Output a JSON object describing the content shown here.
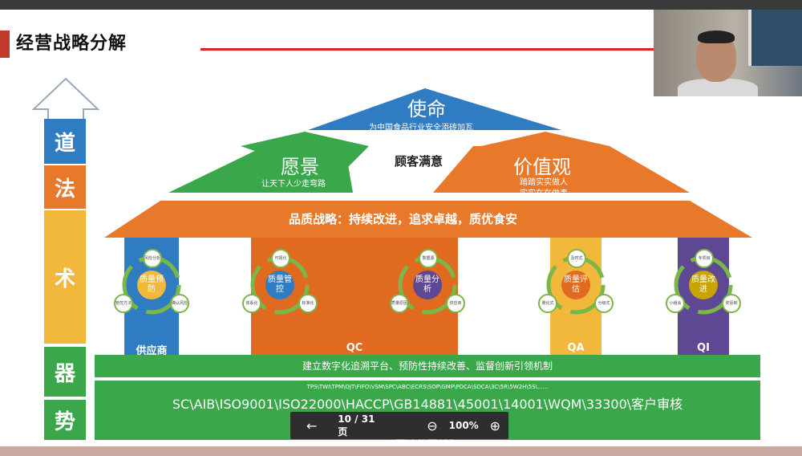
{
  "slide": {
    "title": "经营战略分解",
    "side_labels": [
      "道",
      "法",
      "术",
      "器",
      "势"
    ],
    "roof": {
      "mission_title": "使命",
      "mission_sub": "为中国食品行业安全添砖加瓦",
      "vision_title": "愿景",
      "vision_sub": "让天下人少走弯路",
      "center_text": "顾客满意",
      "values_title": "价值观",
      "values_sub_1": "踏踏实实做人",
      "values_sub_2": "实实在在做事"
    },
    "strategy_band": "品质战略：持续改进，追求卓越，质优食安",
    "pillars": [
      {
        "label": "供应商",
        "center": "质量预防",
        "nodes": [
          "风险分析",
          "管控方法",
          "确认风险"
        ]
      },
      {
        "label": "QC",
        "center": "质量管控",
        "nodes": [
          "体系化",
          "标准化",
          "可视化"
        ]
      },
      {
        "label": "",
        "center": "质量分析",
        "nodes": [
          "数据源",
          "供应商",
          "质量原因"
        ]
      },
      {
        "label": "QA",
        "center": "质量评估",
        "nodes": [
          "及时式",
          "分级式",
          "量化式"
        ]
      },
      {
        "label": "QI",
        "center": "质量改进",
        "nodes": [
          "专项目",
          "奖惩制",
          "小组会"
        ]
      }
    ],
    "platform_band": "建立数字化追溯平台、预防性持续改善、监督创新引领机制",
    "tools_line": "TPS\\TWI\\TPM\\OJT\\FIFO\\VSM\\SPC\\ABC\\ECRS\\SOP\\GMP\\PDCA\\SDCA\\3C\\5R\\5W2H\\5S\\......",
    "standards_line": "SC\\AIB\\ISO9001\\ISO22000\\HACCP\\GB14881\\45001\\14001\\WQM\\33300\\客户审核",
    "watermark": "组织建设"
  },
  "viewer": {
    "prev_icon": "←",
    "page_indicator": "10 / 31 页",
    "zoom_out_icon": "⊖",
    "zoom_level": "100%",
    "zoom_in_icon": "⊕"
  },
  "colors": {
    "blue": "#2f7cc2",
    "orange": "#e8782a",
    "yellow": "#f1b83c",
    "green": "#3aa84a",
    "purple": "#5e4893",
    "dark_orange": "#e06a1f"
  }
}
